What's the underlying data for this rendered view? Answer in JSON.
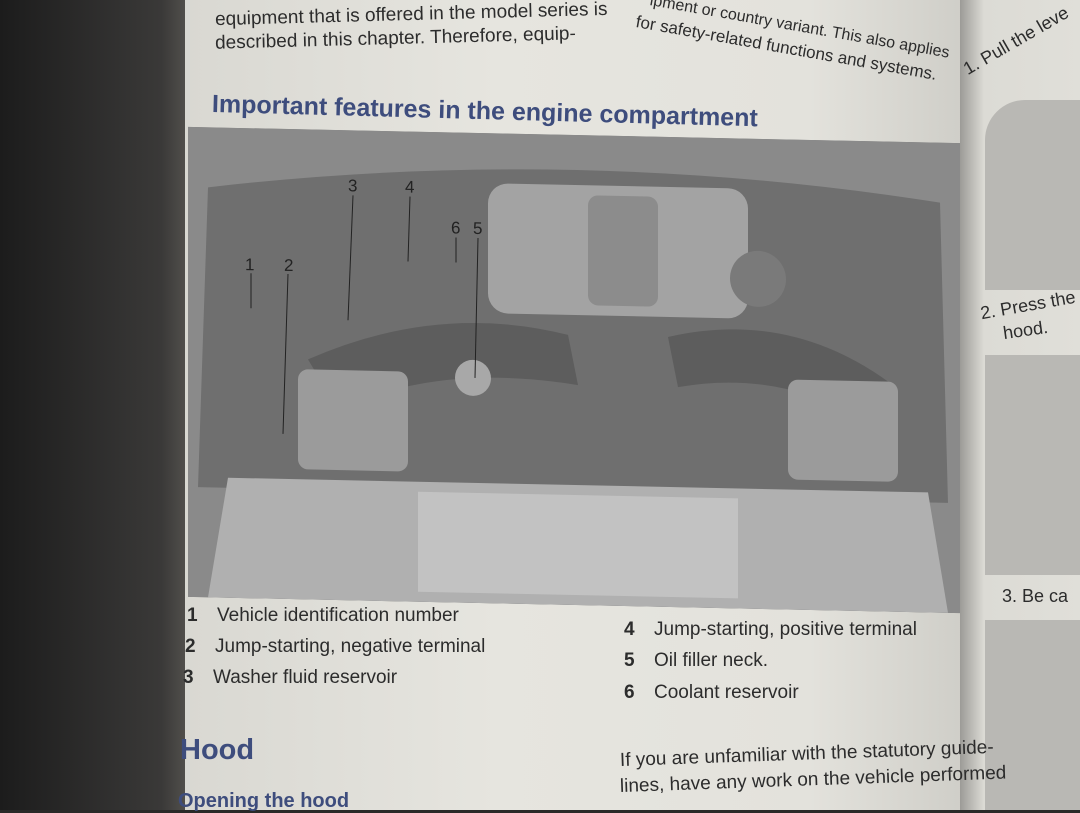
{
  "top_left_text": [
    "equipment that is offered in the model series is",
    "described in this chapter. Therefore, equip-"
  ],
  "top_right_text": [
    "ipment or country variant. This also applies",
    "for safety-related functions and systems."
  ],
  "right_page": {
    "top_text": "1. Pull the leve",
    "step2": [
      "2. Press the",
      "hood."
    ],
    "step3": "3. Be ca"
  },
  "section_title": "Important features in the engine compartment",
  "figure_callouts": [
    "1",
    "2",
    "3",
    "4",
    "6",
    "5"
  ],
  "legend": [
    {
      "num": "1",
      "label": "Vehicle identification number"
    },
    {
      "num": "2",
      "label": "Jump-starting, negative terminal"
    },
    {
      "num": "3",
      "label": "Washer fluid reservoir"
    },
    {
      "num": "4",
      "label": "Jump-starting, positive terminal"
    },
    {
      "num": "5",
      "label": "Oil filler neck."
    },
    {
      "num": "6",
      "label": "Coolant reservoir"
    }
  ],
  "hood_title": "Hood",
  "hood_sub": "Opening the hood",
  "hood_text": [
    "If you are unfamiliar with the statutory guide-",
    "lines, have any work on the vehicle performed"
  ]
}
